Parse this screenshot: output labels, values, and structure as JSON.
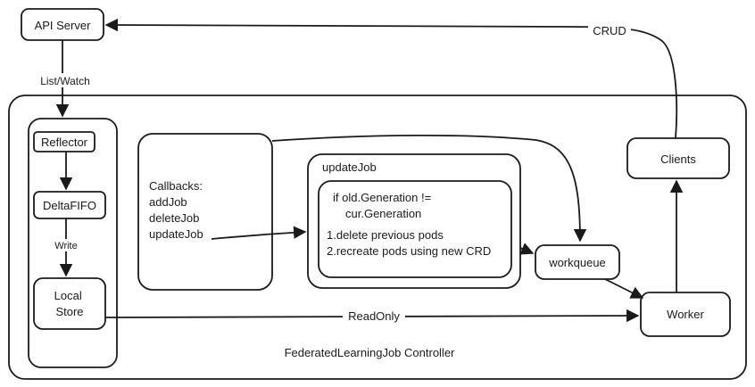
{
  "colors": {
    "stroke": "#1a1a1a",
    "update_job_title": "#d62828",
    "controller_title": "#2a6fb5"
  },
  "nodes": {
    "api_server": "API Server",
    "reflector": "Reflector",
    "delta_fifo": "DeltaFIFO",
    "local_store": [
      "Local",
      "Store"
    ],
    "callbacks": [
      "Callbacks:",
      "addJob",
      "deleteJob",
      "updateJob"
    ],
    "update_job_title": "updateJob",
    "generation_check": [
      "if old.Generation !=",
      "cur.Generation"
    ],
    "steps": [
      "1.delete previous pods",
      "2.recreate pods using new CRD"
    ],
    "workqueue": "workqueue",
    "clients": "Clients",
    "worker": "Worker",
    "controller_title": "FederatedLearningJob Controller"
  },
  "edges": {
    "list_watch": "List/Watch",
    "write": "Write",
    "read_only": "ReadOnly",
    "crud": "CRUD"
  }
}
